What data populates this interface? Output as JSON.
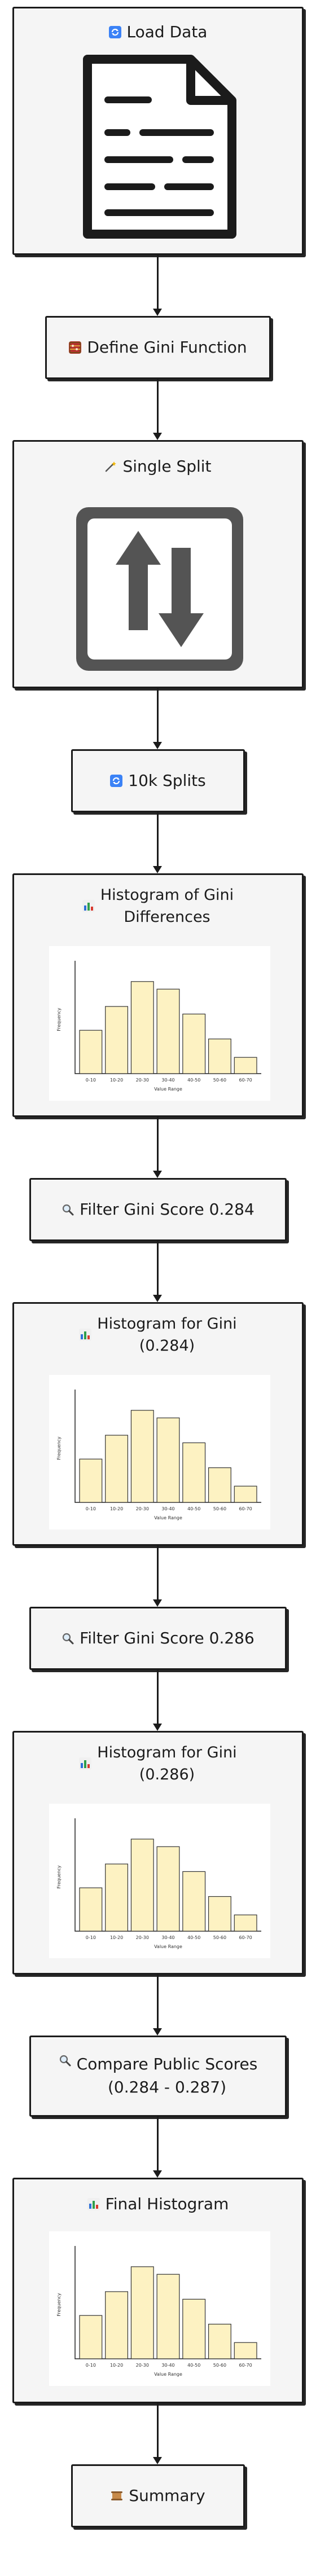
{
  "flowchart": {
    "nodes": [
      {
        "id": "load",
        "label": "Load Data",
        "icon": "refresh-emoji-icon"
      },
      {
        "id": "gini",
        "label": "Define Gini Function",
        "icon": "abacus-emoji-icon"
      },
      {
        "id": "split",
        "label": "Single Split",
        "icon": "magic-wand-emoji-icon"
      },
      {
        "id": "tenk",
        "label": "10k Splits",
        "icon": "refresh-emoji-icon"
      },
      {
        "id": "hist1",
        "label": "Histogram of Gini\nDifferences",
        "icon": "bar-chart-emoji-icon"
      },
      {
        "id": "filter1",
        "label": "Filter Gini Score 0.284",
        "icon": "magnifier-emoji-icon"
      },
      {
        "id": "hist2",
        "label": "Histogram for Gini\n(0.284)",
        "icon": "bar-chart-emoji-icon"
      },
      {
        "id": "filter2",
        "label": "Filter Gini Score 0.286",
        "icon": "magnifier-emoji-icon"
      },
      {
        "id": "hist3",
        "label": "Histogram for Gini\n(0.286)",
        "icon": "bar-chart-emoji-icon"
      },
      {
        "id": "compare",
        "label": "Compare Public Scores\n(0.284 - 0.287)",
        "icon": "magnifier-emoji-icon"
      },
      {
        "id": "final",
        "label": "Final Histogram",
        "icon": "bar-chart-emoji-icon"
      },
      {
        "id": "summary",
        "label": "Summary",
        "icon": "scroll-emoji-icon"
      }
    ]
  },
  "histogram": {
    "ylabel": "Frequency",
    "xlabel": "Value Range",
    "categories": [
      "0-10",
      "10-20",
      "20-30",
      "30-40",
      "40-50",
      "50-60",
      "60-70"
    ],
    "bar_color": "#fdf2c2"
  },
  "histograms": [
    {
      "id": "hist1",
      "values": [
        0.4,
        0.62,
        0.85,
        0.78,
        0.55,
        0.32,
        0.15
      ]
    },
    {
      "id": "hist2",
      "values": [
        0.4,
        0.62,
        0.85,
        0.78,
        0.55,
        0.32,
        0.15
      ]
    },
    {
      "id": "hist3",
      "values": [
        0.4,
        0.62,
        0.85,
        0.78,
        0.55,
        0.32,
        0.15
      ]
    },
    {
      "id": "final",
      "values": [
        0.4,
        0.62,
        0.85,
        0.78,
        0.55,
        0.32,
        0.15
      ]
    }
  ],
  "colors": {
    "node_fill": "#f5f5f5",
    "border": "#1b1b1b",
    "bar_fill": "#fdf2c2"
  }
}
